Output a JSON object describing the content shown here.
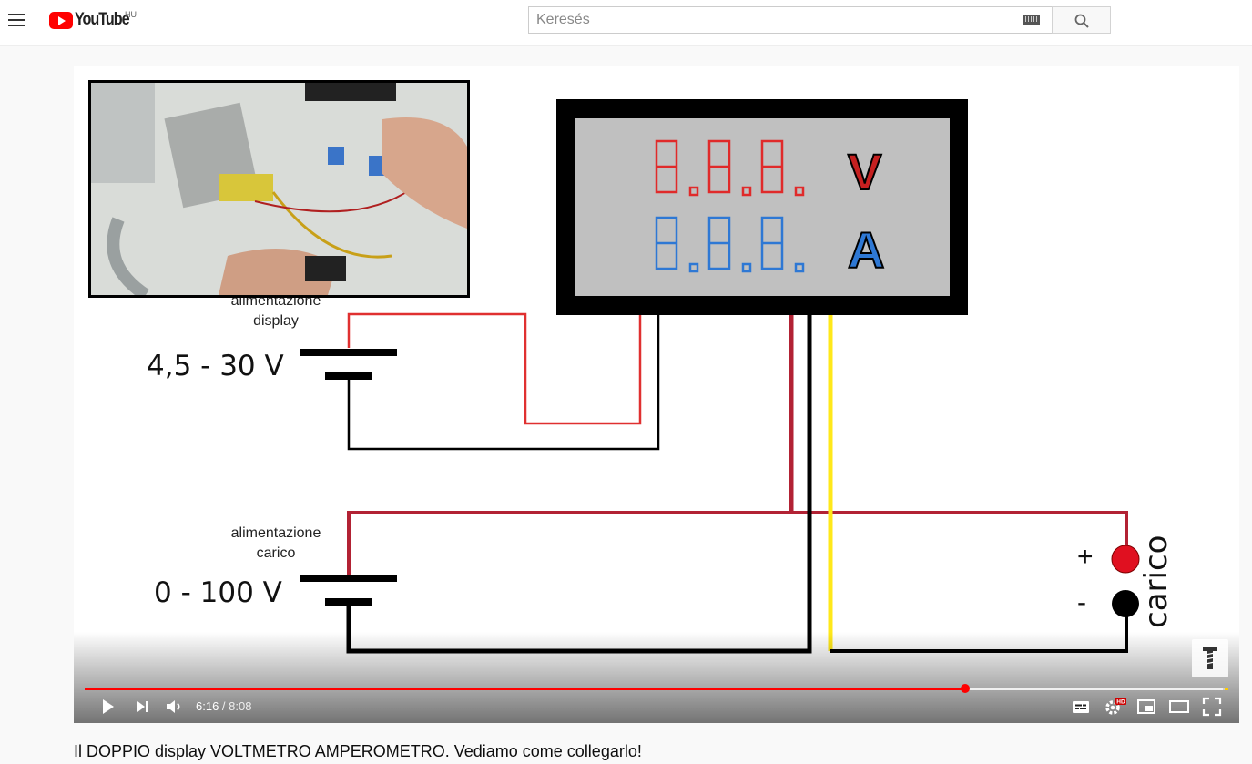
{
  "masthead": {
    "menu_icon": "hamburger-menu-icon",
    "logo_text": "YouTube",
    "country_code": "HU",
    "search_placeholder": "Keresés",
    "keyboard_icon": "keyboard-icon",
    "search_icon": "search-icon"
  },
  "video": {
    "diagram": {
      "supply_display_label_line1": "alimentazione",
      "supply_display_label_line2": "display",
      "supply_display_voltage": "4,5 - 30 V",
      "supply_load_label_line1": "alimentazione",
      "supply_load_label_line2": "carico",
      "supply_load_voltage": "0 - 100 V",
      "meter_volt_unit": "V",
      "meter_amp_unit": "A",
      "plus_sign": "+",
      "minus_sign": "-",
      "load_label": "carico",
      "colors": {
        "red_wire": "#b22234",
        "black_wire": "#000000",
        "yellow_wire": "#ffe81a",
        "volt_digits": "#e02a2a",
        "amp_digits": "#2e78d4"
      }
    },
    "player": {
      "current_time": "6:16",
      "time_separator": " / ",
      "duration": "8:08",
      "played_fraction": 0.77,
      "buffered_fraction": 0.995,
      "progress_color": "#ff0000",
      "controls": [
        "play-icon",
        "next-icon",
        "volume-icon",
        "subtitles-icon",
        "settings-hd-icon",
        "miniplayer-icon",
        "theater-mode-icon",
        "fullscreen-icon"
      ],
      "hd_badge": "HD"
    },
    "title": "Il DOPPIO display VOLTMETRO AMPEROMETRO. Vediamo come collegarlo!"
  }
}
